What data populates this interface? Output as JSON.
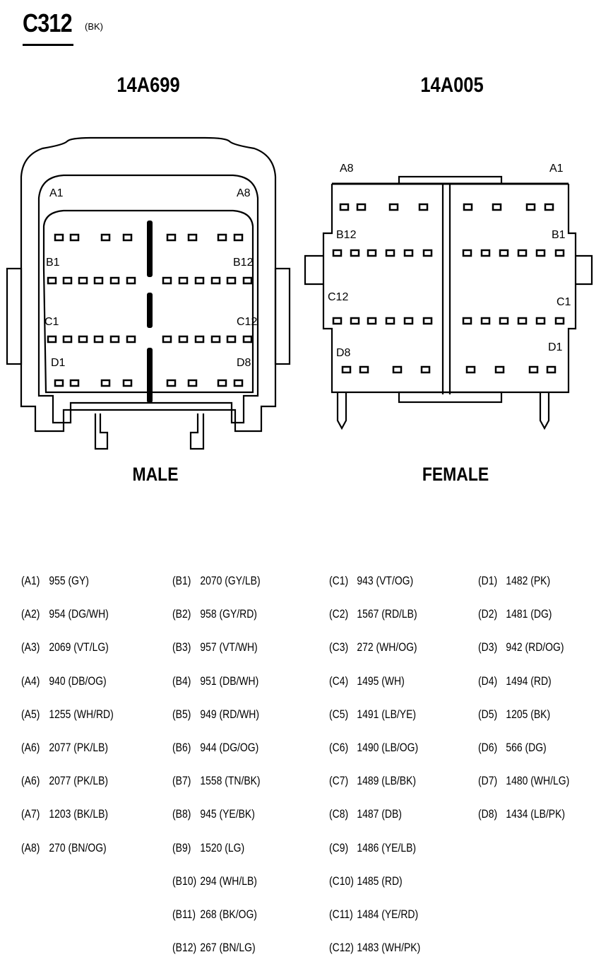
{
  "connector": {
    "id": "C312",
    "color": "(BK)"
  },
  "male": {
    "part_number": "14A699",
    "label": "MALE",
    "face_labels": {
      "a_left": "A1",
      "a_right": "A8",
      "b_left": "B1",
      "b_right": "B12",
      "c_left": "C1",
      "c_right": "C12",
      "d_left": "D1",
      "d_right": "D8"
    }
  },
  "female": {
    "part_number": "14A005",
    "label": "FEMALE",
    "face_labels": {
      "a_left": "A8",
      "a_right": "A1",
      "b_left": "B12",
      "b_right": "B1",
      "c_left": "C12",
      "c_right": "C1",
      "d_left": "D8",
      "d_right": "D1"
    }
  },
  "pin_columns": [
    [
      {
        "pin": "(A1)",
        "circuit": "955 (GY)"
      },
      {
        "pin": "(A2)",
        "circuit": "954 (DG/WH)"
      },
      {
        "pin": "(A3)",
        "circuit": "2069 (VT/LG)"
      },
      {
        "pin": "(A4)",
        "circuit": "940 (DB/OG)"
      },
      {
        "pin": "(A5)",
        "circuit": "1255 (WH/RD)"
      },
      {
        "pin": "(A6)",
        "circuit": "2077 (PK/LB)"
      },
      {
        "pin": "(A6)",
        "circuit": "2077 (PK/LB)"
      },
      {
        "pin": "(A7)",
        "circuit": "1203 (BK/LB)"
      },
      {
        "pin": "(A8)",
        "circuit": "270 (BN/OG)"
      }
    ],
    [
      {
        "pin": "(B1)",
        "circuit": "2070 (GY/LB)"
      },
      {
        "pin": "(B2)",
        "circuit": "958 (GY/RD)"
      },
      {
        "pin": "(B3)",
        "circuit": "957 (VT/WH)"
      },
      {
        "pin": "(B4)",
        "circuit": "951 (DB/WH)"
      },
      {
        "pin": "(B5)",
        "circuit": "949 (RD/WH)"
      },
      {
        "pin": "(B6)",
        "circuit": "944 (DG/OG)"
      },
      {
        "pin": "(B7)",
        "circuit": "1558 (TN/BK)"
      },
      {
        "pin": "(B8)",
        "circuit": "945 (YE/BK)"
      },
      {
        "pin": "(B9)",
        "circuit": "1520 (LG)"
      },
      {
        "pin": "(B10)",
        "circuit": "294 (WH/LB)"
      },
      {
        "pin": "(B11)",
        "circuit": "268 (BK/OG)"
      },
      {
        "pin": "(B12)",
        "circuit": "267 (BN/LG)"
      }
    ],
    [
      {
        "pin": "(C1)",
        "circuit": "943 (VT/OG)"
      },
      {
        "pin": "(C2)",
        "circuit": "1567 (RD/LB)"
      },
      {
        "pin": "(C3)",
        "circuit": "272 (WH/OG)"
      },
      {
        "pin": "(C4)",
        "circuit": "1495 (WH)"
      },
      {
        "pin": "(C5)",
        "circuit": "1491 (LB/YE)"
      },
      {
        "pin": "(C6)",
        "circuit": "1490 (LB/OG)"
      },
      {
        "pin": "(C7)",
        "circuit": "1489 (LB/BK)"
      },
      {
        "pin": "(C8)",
        "circuit": "1487 (DB)"
      },
      {
        "pin": "(C9)",
        "circuit": "1486 (YE/LB)"
      },
      {
        "pin": "(C10)",
        "circuit": "1485 (RD)"
      },
      {
        "pin": "(C11)",
        "circuit": "1484 (YE/RD)"
      },
      {
        "pin": "(C12)",
        "circuit": "1483 (WH/PK)"
      }
    ],
    [
      {
        "pin": "(D1)",
        "circuit": "1482 (PK)"
      },
      {
        "pin": "(D2)",
        "circuit": "1481 (DG)"
      },
      {
        "pin": "(D3)",
        "circuit": "942 (RD/OG)"
      },
      {
        "pin": "(D4)",
        "circuit": "1494 (RD)"
      },
      {
        "pin": "(D5)",
        "circuit": "1205 (BK)"
      },
      {
        "pin": "(D6)",
        "circuit": "566 (DG)"
      },
      {
        "pin": "(D7)",
        "circuit": "1480 (WH/LG)"
      },
      {
        "pin": "(D8)",
        "circuit": "1434 (LB/PK)"
      }
    ]
  ]
}
